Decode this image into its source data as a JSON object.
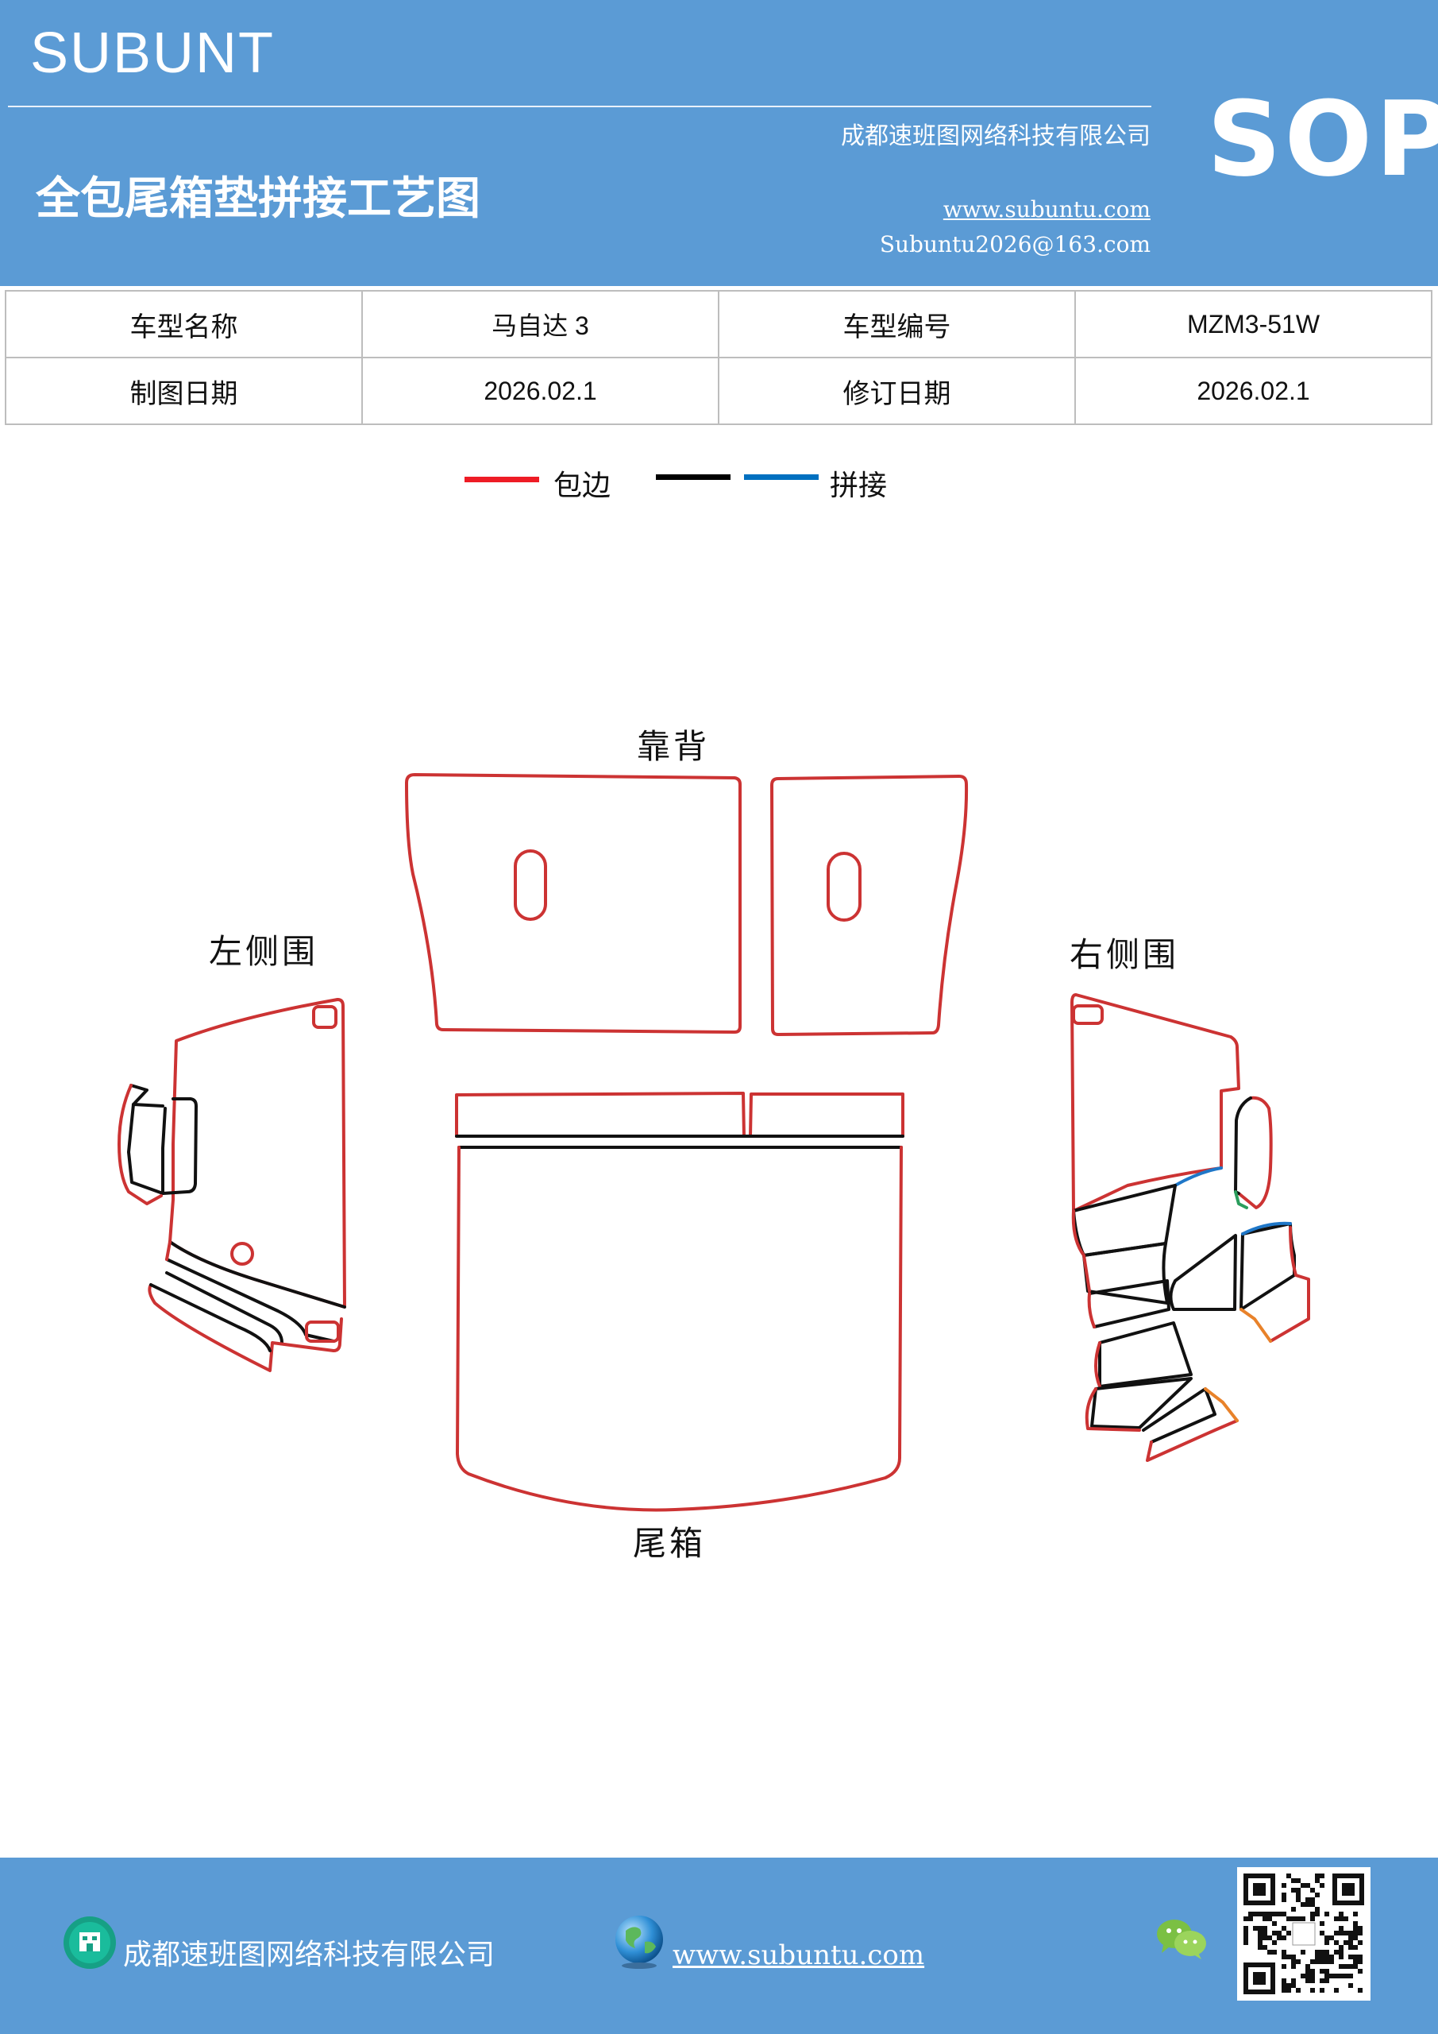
{
  "header": {
    "brand": "SUBUNT",
    "company": "成都速班图网络科技有限公司",
    "title": "全包尾箱垫拼接工艺图",
    "website": "www.subuntu.com",
    "email": "Subuntu2026@163.com",
    "badge": "SOP"
  },
  "info_table": {
    "rows": [
      [
        {
          "label": "车型名称",
          "value": "马自达 3"
        },
        {
          "label": "车型编号",
          "value": "MZM3-51W"
        }
      ],
      [
        {
          "label": "制图日期",
          "value": "2026.02.1"
        },
        {
          "label": "修订日期",
          "value": "2026.02.1"
        }
      ]
    ]
  },
  "legend": {
    "items": [
      {
        "label": "包边",
        "colors": [
          "#ee1c25"
        ]
      },
      {
        "label": "拼接",
        "colors": [
          "#000000",
          "#0070c0"
        ]
      }
    ]
  },
  "diagram": {
    "labels": {
      "backrest": "靠背",
      "left_side": "左侧围",
      "right_side": "右侧围",
      "trunk": "尾箱"
    },
    "colors": {
      "edge": "#cc3333",
      "seam": "#111111",
      "seam_blue": "#1f77c8",
      "seam_orange": "#e8822a",
      "seam_green": "#2a9d5c"
    }
  },
  "footer": {
    "company": "成都速班图网络科技有限公司",
    "website": "www.subuntu.com",
    "icons": [
      "building-icon",
      "globe-icon",
      "wechat-icon",
      "qr-code"
    ]
  }
}
